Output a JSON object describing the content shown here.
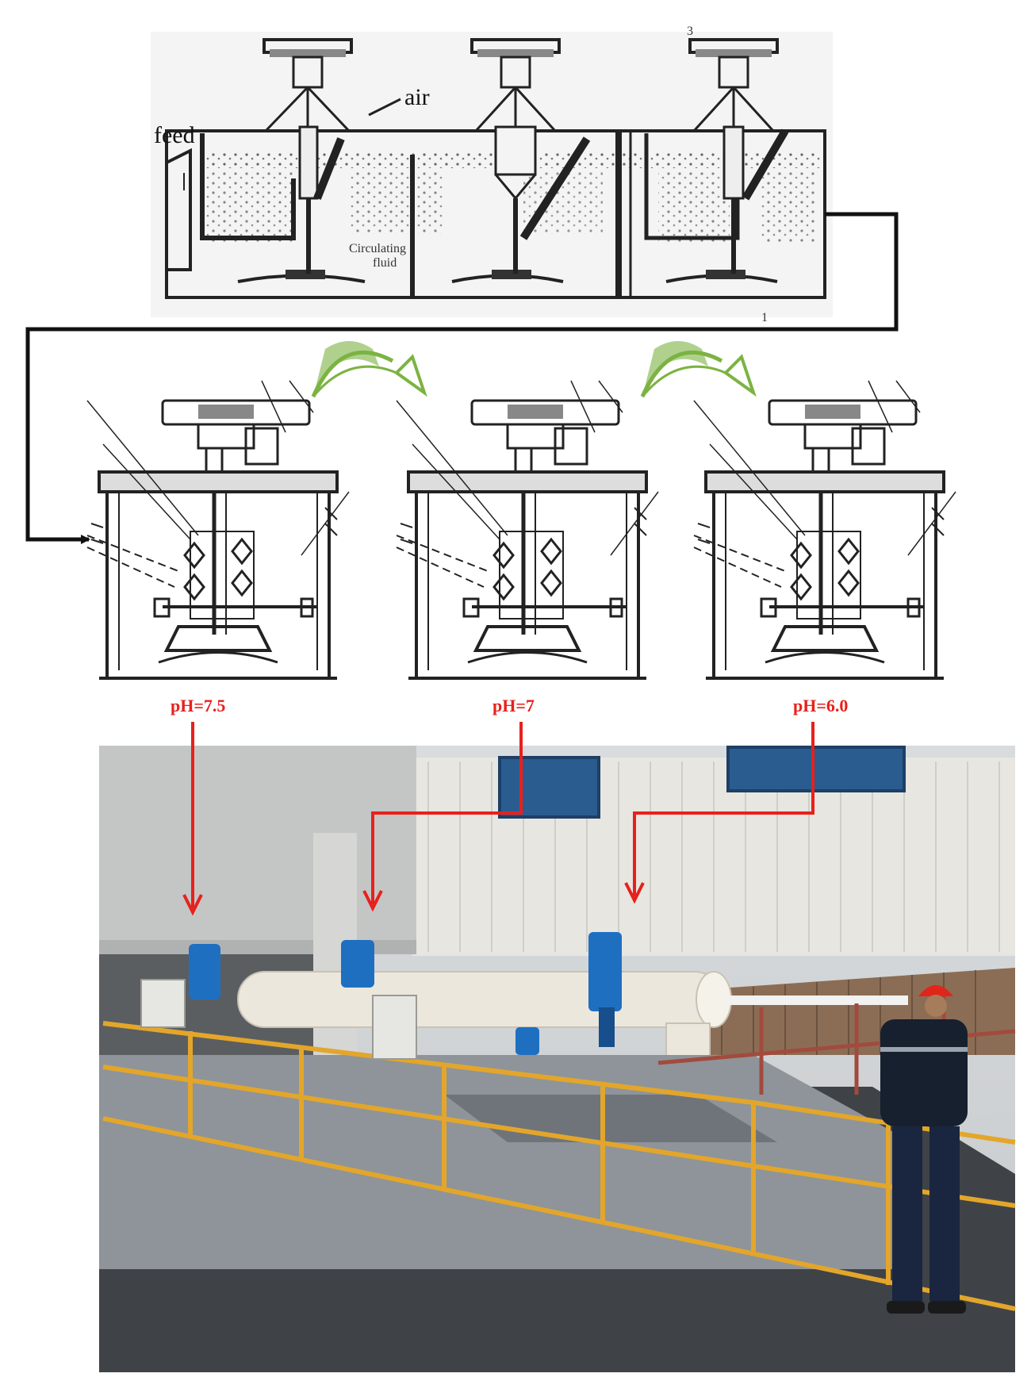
{
  "labels": {
    "feed": "feed",
    "air": "air",
    "circulating_1": "Circulating",
    "circulating_2": "fluid",
    "part_number_1": "1",
    "part_number_3": "3"
  },
  "ph_values": [
    {
      "label": "pH=7.5"
    },
    {
      "label": "pH=7"
    },
    {
      "label": "pH=6.0"
    }
  ],
  "colors": {
    "ph_label": "#e8201c",
    "red_arrow": "#e8201c",
    "green_arrow": "#7cb342",
    "flow_line": "#111111",
    "drawing": "#222222"
  },
  "photo": {
    "description_icon": "flotation-site-photo"
  }
}
